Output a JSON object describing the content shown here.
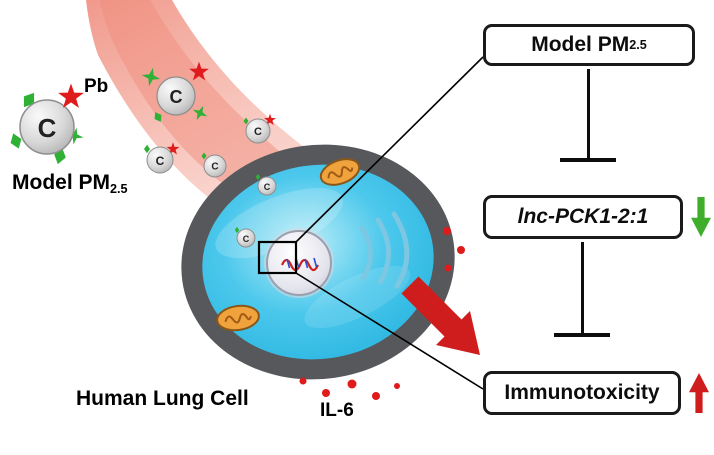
{
  "labels": {
    "model_pm_left_main": "Model PM",
    "model_pm_left_sub": "2.5",
    "pb": "Pb",
    "human_lung_cell": "Human Lung Cell",
    "il6": "IL-6"
  },
  "particle_letter": "C",
  "flowchart": {
    "box1_main": "Model PM",
    "box1_sub": "2.5",
    "box2_label": "lnc-PCK1-2:1",
    "box3_label": "Immunotoxicity"
  },
  "icons": {
    "box2_trend": "green-down-arrow",
    "box3_trend": "red-up-arrow",
    "relation_symbol": "inhibition-t-bar",
    "exposure_symbol": "red-block-arrow"
  },
  "colors": {
    "stream_pink": "#f2998b",
    "cell_membrane_gray": "#57585b",
    "cytoplasm_cyan": "#38c2e9",
    "mitochondria_orange": "#f0a23c",
    "er_blue": "#7cc7e2",
    "accent_green": "#2eb135",
    "dot_red": "#e01b1b",
    "arrow_red": "#cf1d1d",
    "arrow_green": "#3fae2a",
    "box_border": "#1a1a1a"
  }
}
